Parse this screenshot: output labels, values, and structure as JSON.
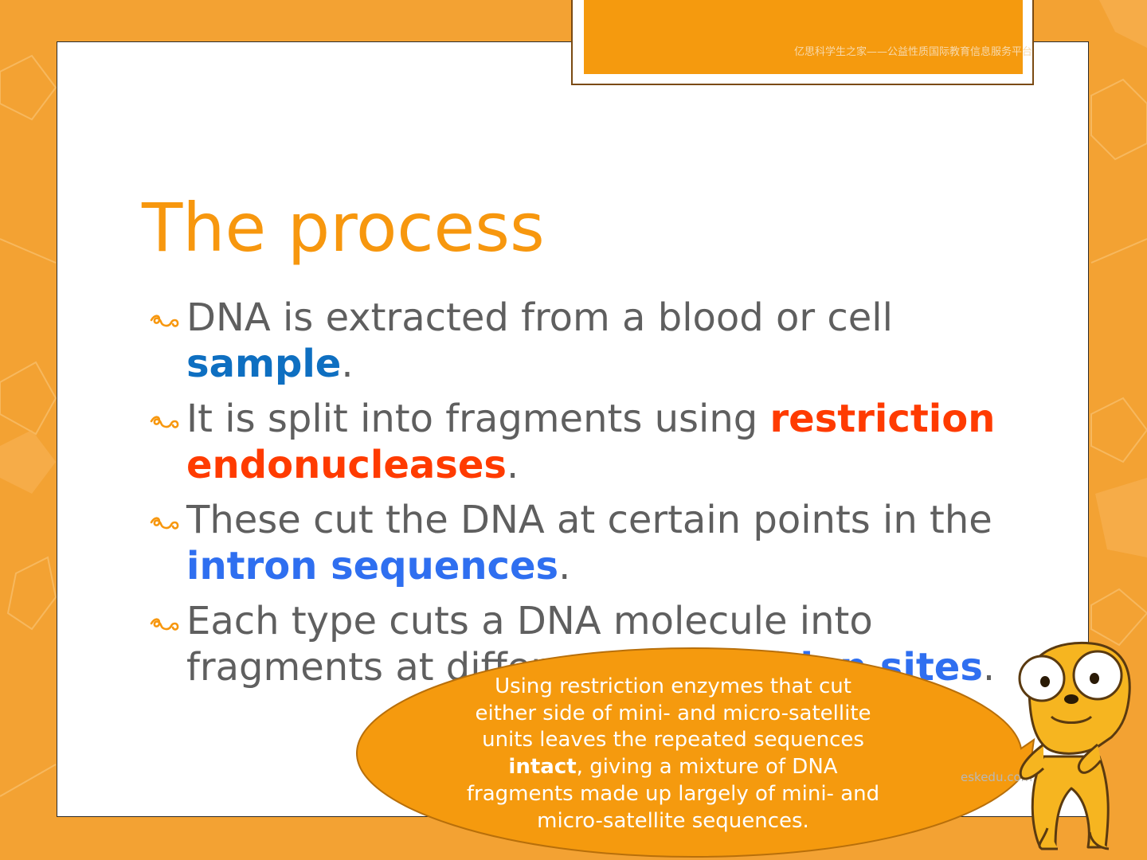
{
  "watermark_top": "亿思科学生之家——公益性质国际教育信息服务平台",
  "title": "The process",
  "bullets": [
    {
      "parts": [
        {
          "text": "DNA is extracted from a blood or cell "
        },
        {
          "text": "sample",
          "style": "blue-dark"
        },
        {
          "text": "."
        }
      ]
    },
    {
      "parts": [
        {
          "text": "It is split into fragments using "
        },
        {
          "text": "restriction endonucleases",
          "style": "red"
        },
        {
          "text": "."
        }
      ]
    },
    {
      "parts": [
        {
          "text": "These cut the DNA at certain points in the "
        },
        {
          "text": "intron sequences",
          "style": "blue"
        },
        {
          "text": "."
        }
      ]
    },
    {
      "parts": [
        {
          "text": "Each type cuts a DNA molecule into fragments at different "
        },
        {
          "text": "recognition sites",
          "style": "blue"
        },
        {
          "text": "."
        }
      ]
    }
  ],
  "bubble": {
    "parts": [
      {
        "text": "Using restriction enzymes that cut either side of mini- and micro-satellite units leaves the repeated sequences "
      },
      {
        "text": "intact",
        "style": "bold"
      },
      {
        "text": ", giving a mixture of DNA fragments made up largely of mini- and micro-satellite sequences."
      }
    ]
  },
  "watermark_bottom": "eskedu.com",
  "icons": {
    "bullet": "curl-ornament-icon",
    "character": "cartoon-dog-icon"
  },
  "colors": {
    "background": "#f3a233",
    "accent_orange": "#f7970e",
    "body_text": "#5f5f5f",
    "keyword_blue_dark": "#0e6fc1",
    "keyword_red": "#ff3b00",
    "keyword_blue": "#2f6ff0",
    "bubble_fill": "#f59a0e"
  }
}
